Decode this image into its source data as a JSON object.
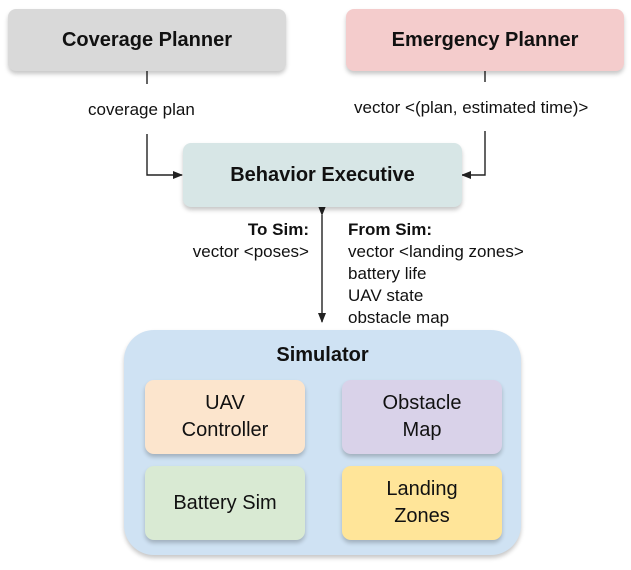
{
  "nodes": {
    "coverage_planner": "Coverage Planner",
    "emergency_planner": "Emergency Planner",
    "behavior_executive": "Behavior Executive",
    "simulator": "Simulator",
    "uav_controller": [
      "UAV",
      "Controller"
    ],
    "obstacle_map": [
      "Obstacle",
      "Map"
    ],
    "battery_sim": "Battery Sim",
    "landing_zones": [
      "Landing",
      "Zones"
    ]
  },
  "edges": {
    "coverage_plan": "coverage plan",
    "emergency_output": "vector <(plan, estimated time)>",
    "to_sim_heading": "To Sim:",
    "to_sim_items": [
      "vector <poses>"
    ],
    "from_sim_heading": "From Sim:",
    "from_sim_items": [
      "vector <landing zones>",
      "battery life",
      "UAV state",
      "obstacle map"
    ]
  },
  "colors": {
    "coverage_planner": "#d9d9d9",
    "emergency_planner": "#f4cccc",
    "behavior_executive": "#d7e6e6",
    "simulator": "#cfe2f3",
    "uav_controller": "#fce5cd",
    "obstacle_map": "#d9d2e9",
    "battery_sim": "#d9ead3",
    "landing_zones": "#ffe599",
    "connector": "#222222"
  }
}
